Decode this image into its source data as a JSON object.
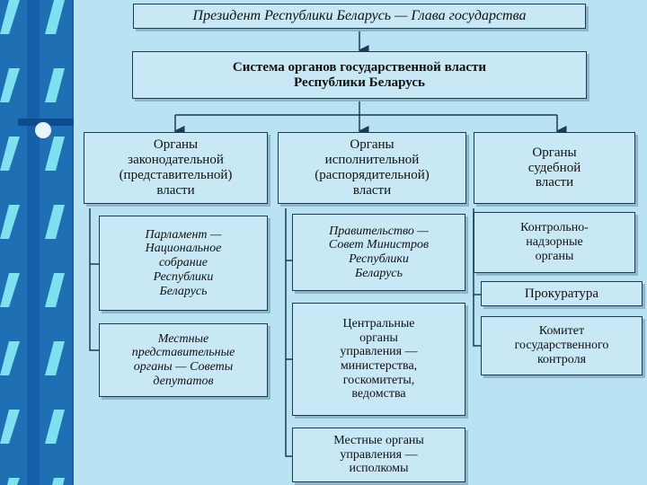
{
  "colors": {
    "background": "#3c92d8",
    "panel": "#b9e2f3",
    "box_fill": "#c8e8f6",
    "border": "#1d3a55",
    "stripe_light": "#7fe0f0",
    "stripe_dark": "#1560a8"
  },
  "president": "Президент Республики Беларусь — Глава государства",
  "system": "Система органов государственной власти\nРеспублики Беларусь",
  "branches": {
    "legislative": "Органы\nзаконодательной\n(представительной)\nвласти",
    "executive": "Органы\nисполнительной\n(распорядительной)\nвласти",
    "judicial": "Органы\nсудебной\nвласти"
  },
  "legislative_bodies": {
    "parliament": "Парламент —\nНациональное\nсобрание\nРеспублики\nБеларусь",
    "local_councils": "Местные\nпредставительные\nорганы — Советы\nдепутатов"
  },
  "executive_bodies": {
    "government": "Правительство —\nСовет Министров\nРеспублики\nБеларусь",
    "central": "Центральные\nорганы\nуправления —\nминистерства,\nгоскомитеты,\nведомства",
    "local": "Местные органы\nуправления —\nисполкомы"
  },
  "control_bodies": {
    "supervisory": "Контрольно-\nнадзорные\nорганы",
    "prosecutor": "Прокуратура",
    "state_control": "Комитет\nгосударственного\nконтроля"
  }
}
